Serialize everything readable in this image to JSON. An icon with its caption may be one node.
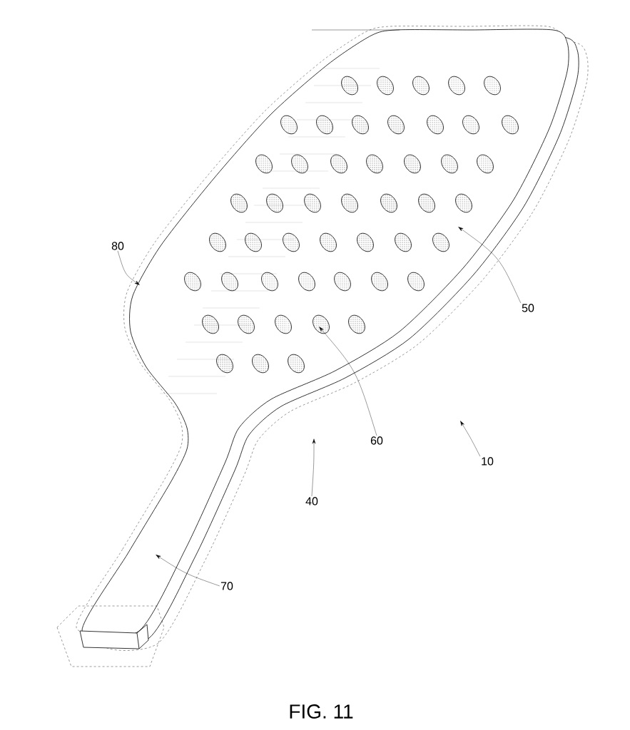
{
  "diagram": {
    "caption": "FIG. 11",
    "nodes": [
      {
        "text": [
          "80"
        ]
      },
      {
        "text": [
          "50"
        ]
      },
      {
        "text": [
          "60"
        ]
      },
      {
        "text": [
          "10"
        ]
      },
      {
        "text": [
          "40"
        ]
      },
      {
        "text": [
          "70"
        ]
      },
      {
        "text": [],
        "shape": "picture"
      }
    ],
    "edges": [
      {
        "from": 0,
        "to": 6,
        "arrow": "to"
      },
      {
        "from": 1,
        "to": 6,
        "arrow": "to"
      },
      {
        "from": 2,
        "to": 6,
        "arrow": "to"
      },
      {
        "from": 3,
        "to": null,
        "arrow": "to"
      },
      {
        "from": 4,
        "to": 6,
        "arrow": "to"
      },
      {
        "from": 5,
        "to": 6,
        "arrow": "to"
      }
    ]
  }
}
